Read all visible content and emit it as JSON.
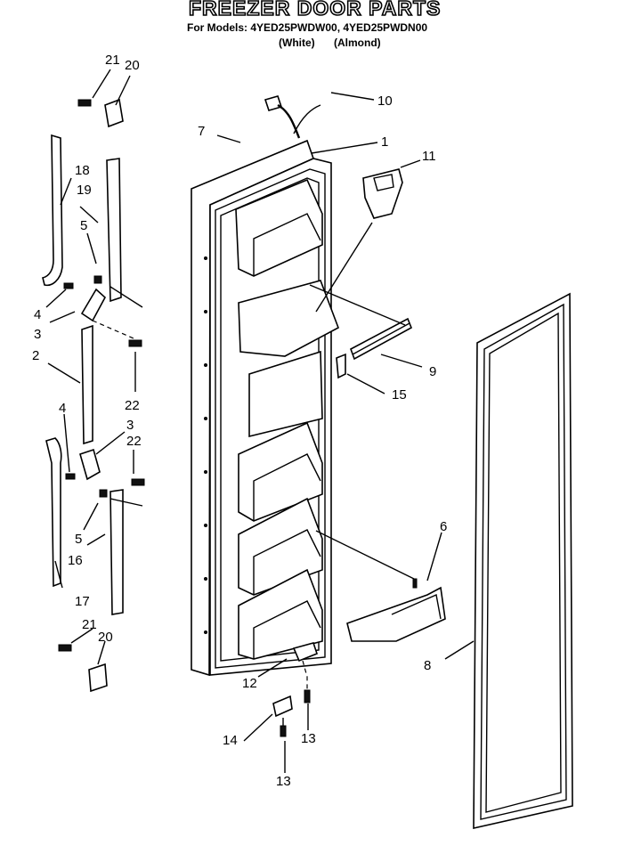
{
  "header": {
    "title": "FREEZER DOOR PARTS",
    "model_line": "For Models: 4YED25PWDW00, 4YED25PWDN00",
    "color_white": "(White)",
    "color_almond": "(Almond)"
  },
  "callouts": {
    "c1": "1",
    "c2": "2",
    "c3a": "3",
    "c3b": "3",
    "c4a": "4",
    "c4b": "4",
    "c5a": "5",
    "c5b": "5",
    "c6": "6",
    "c7": "7",
    "c8": "8",
    "c9": "9",
    "c10": "10",
    "c11": "11",
    "c12": "12",
    "c13a": "13",
    "c13b": "13",
    "c14": "14",
    "c15": "15",
    "c16": "16",
    "c17": "17",
    "c18": "18",
    "c19": "19",
    "c20a": "20",
    "c20b": "20",
    "c21a": "21",
    "c21b": "21",
    "c22a": "22",
    "c22b": "22"
  }
}
